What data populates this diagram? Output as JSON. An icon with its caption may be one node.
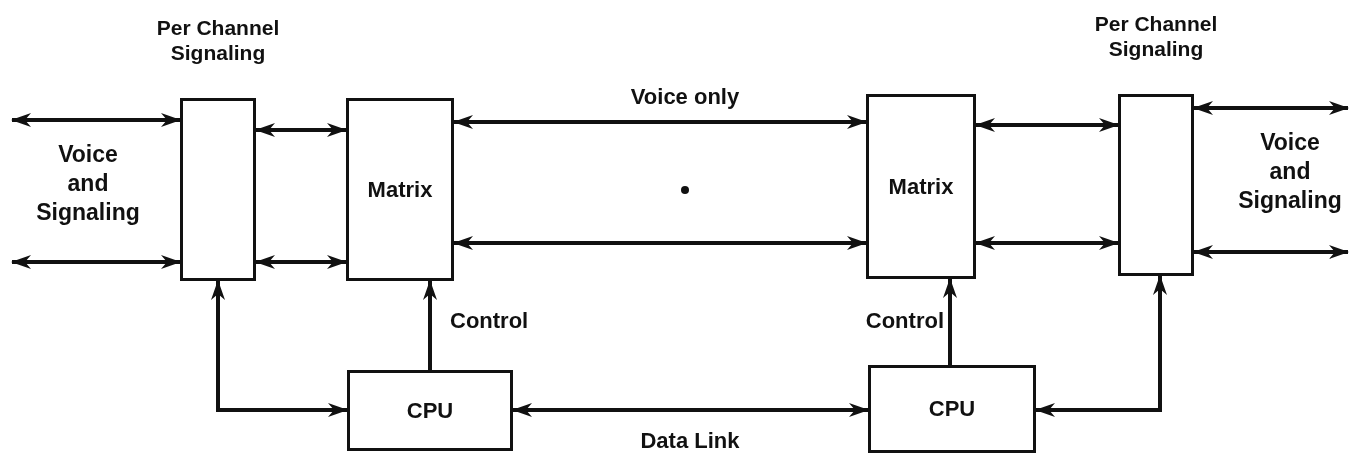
{
  "diagram": {
    "nodes": [
      {
        "text": [
          "Per Channel Signaling"
        ]
      },
      {
        "text": [
          "Matrix"
        ]
      },
      {
        "text": [
          "Matrix"
        ]
      },
      {
        "text": [
          "Per Channel Signaling"
        ]
      },
      {
        "text": [
          "CPU"
        ]
      },
      {
        "text": [
          "CPU"
        ]
      }
    ],
    "edges": [
      {
        "from": null,
        "to": 0,
        "arrow": "both"
      },
      {
        "from": null,
        "to": 0,
        "arrow": "both"
      },
      {
        "from": 0,
        "to": 1,
        "arrow": "both"
      },
      {
        "from": 0,
        "to": 1,
        "arrow": "both"
      },
      {
        "from": 1,
        "to": 2,
        "arrow": "both",
        "label": "Voice only"
      },
      {
        "from": 1,
        "to": 2,
        "arrow": "both"
      },
      {
        "from": 2,
        "to": 3,
        "arrow": "both"
      },
      {
        "from": 2,
        "to": 3,
        "arrow": "both"
      },
      {
        "from": 3,
        "to": null,
        "arrow": "both"
      },
      {
        "from": 3,
        "to": null,
        "arrow": "both"
      },
      {
        "from": 4,
        "to": 1,
        "arrow": "to",
        "label": "Control"
      },
      {
        "from": 0,
        "to": 4,
        "arrow": "both"
      },
      {
        "from": 4,
        "to": 5,
        "arrow": "both",
        "label": "Data Link"
      },
      {
        "from": 5,
        "to": 2,
        "arrow": "to",
        "label": "Control"
      },
      {
        "from": 3,
        "to": 5,
        "arrow": "both"
      }
    ],
    "labels": [
      "Voice and Signaling",
      "Voice and Signaling"
    ]
  }
}
